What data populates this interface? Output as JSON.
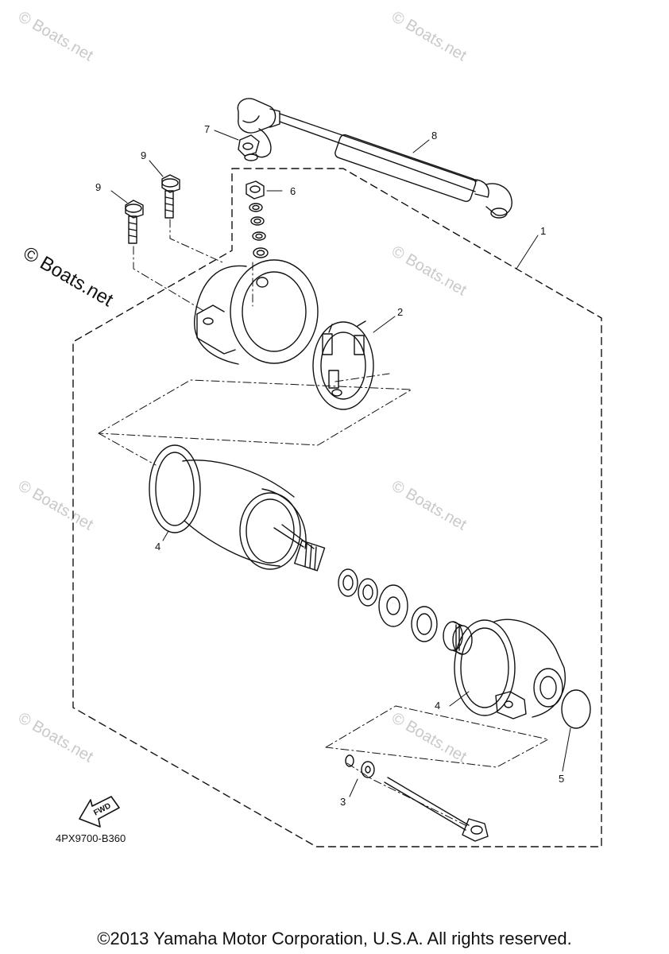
{
  "watermark": "© Boats.net",
  "callouts": {
    "c1": "1",
    "c2": "2",
    "c3": "3",
    "c4a": "4",
    "c4b": "4",
    "c5": "5",
    "c6": "6",
    "c7": "7",
    "c8": "8",
    "c9a": "9",
    "c9b": "9"
  },
  "fwd_label": "FWD",
  "diagram_code": "4PX9700-B360",
  "copyright": "©2013 Yamaha Motor Corporation, U.S.A. All rights reserved."
}
